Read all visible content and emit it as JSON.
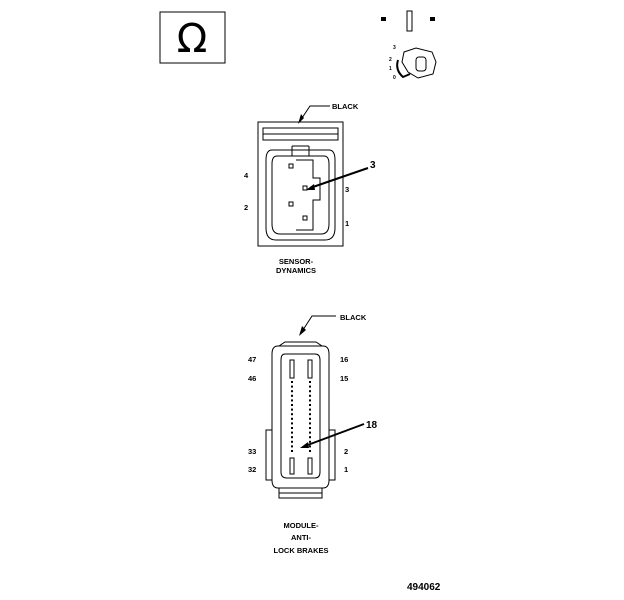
{
  "symbols": {
    "omega_icon": "omega-ohm-symbol",
    "probe_icon": "meter-probe-terminal"
  },
  "probe_pin_labels": [
    "3",
    "2",
    "1",
    "0"
  ],
  "connector1": {
    "color_label": "BLACK",
    "callout_number": "3",
    "pin_labels_left": [
      "4",
      "2"
    ],
    "pin_labels_right": [
      "3",
      "1"
    ],
    "name_lines": [
      "SENSOR-",
      "DYNAMICS"
    ]
  },
  "connector2": {
    "color_label": "BLACK",
    "callout_number": "18",
    "pin_labels_left": [
      "47",
      "46",
      "33",
      "32"
    ],
    "pin_labels_right": [
      "16",
      "15",
      "2",
      "1"
    ],
    "name_lines": [
      "MODULE-",
      "ANTI-",
      "LOCK BRAKES"
    ]
  },
  "figure_number": "494062"
}
